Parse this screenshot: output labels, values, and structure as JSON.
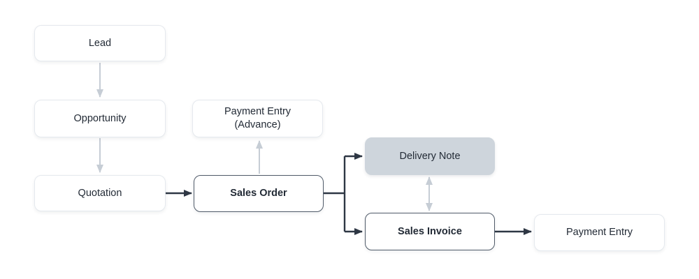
{
  "diagram": {
    "type": "flowchart",
    "colors": {
      "node_fill": "#ffffff",
      "node_border_light": "#e5e9ee",
      "node_border_strong": "#505b69",
      "node_fill_muted": "#ced5dc",
      "edge_dark": "#2e3744",
      "edge_light": "#c6cdd5",
      "text": "#232b36",
      "background": "#ffffff"
    },
    "nodes": {
      "lead": {
        "label": "Lead",
        "style": "plain"
      },
      "opportunity": {
        "label": "Opportunity",
        "style": "plain"
      },
      "quotation": {
        "label": "Quotation",
        "style": "plain"
      },
      "payment_entry_advance": {
        "label": "Payment Entry",
        "sublabel": "(Advance)",
        "style": "plain"
      },
      "sales_order": {
        "label": "Sales Order",
        "style": "outlined-bold"
      },
      "delivery_note": {
        "label": "Delivery Note",
        "style": "filled-muted"
      },
      "sales_invoice": {
        "label": "Sales Invoice",
        "style": "outlined-bold"
      },
      "payment_entry": {
        "label": "Payment Entry",
        "style": "plain"
      }
    },
    "edges": [
      {
        "from": "lead",
        "to": "opportunity",
        "style": "light",
        "arrow": "down"
      },
      {
        "from": "opportunity",
        "to": "quotation",
        "style": "light",
        "arrow": "down"
      },
      {
        "from": "quotation",
        "to": "sales_order",
        "style": "dark",
        "arrow": "right"
      },
      {
        "from": "sales_order",
        "to": "payment_entry_advance",
        "style": "light",
        "arrow": "up"
      },
      {
        "from": "sales_order",
        "to": "delivery_note",
        "style": "dark",
        "arrow": "branch-right"
      },
      {
        "from": "sales_order",
        "to": "sales_invoice",
        "style": "dark",
        "arrow": "branch-right"
      },
      {
        "from": "delivery_note",
        "to": "sales_invoice",
        "style": "light",
        "arrow": "both-vertical"
      },
      {
        "from": "sales_invoice",
        "to": "payment_entry",
        "style": "dark",
        "arrow": "right"
      }
    ]
  }
}
